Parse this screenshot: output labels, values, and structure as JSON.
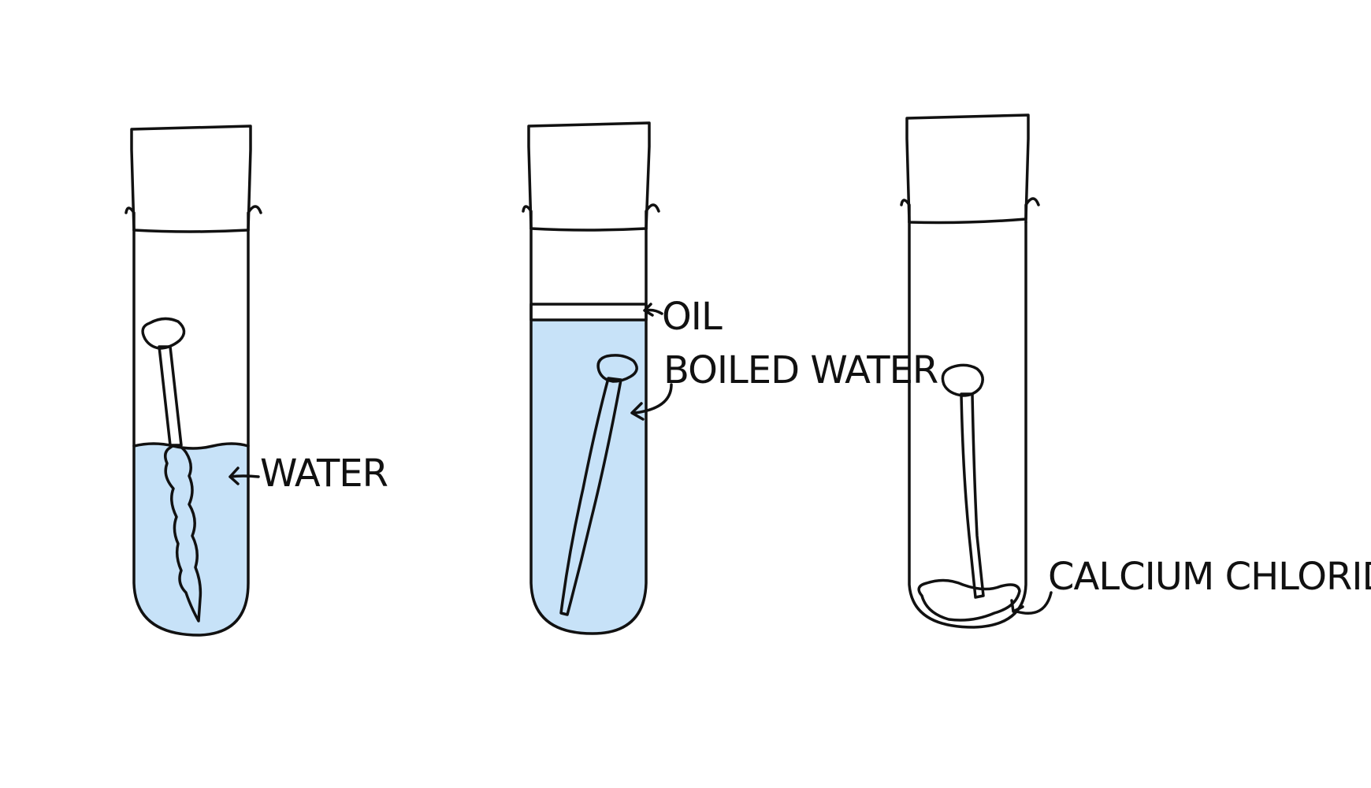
{
  "colors": {
    "cork": "#fcb07f",
    "water": "#c7e2f8",
    "oil": "#fce58f",
    "nail": "#c0c0c0",
    "rust": "#e5a27f",
    "outline": "#111111",
    "background": "#ffffff"
  },
  "tubes": [
    {
      "contents": "water",
      "label": "WATER",
      "nail_state": "rusted"
    },
    {
      "contents": "oil over boiled water",
      "labels": [
        "OIL",
        "BOILED WATER"
      ],
      "nail_state": "not rusted"
    },
    {
      "contents": "calcium chloride",
      "label": "CALCIUM CHLORIDE",
      "nail_state": "not rusted"
    }
  ],
  "labels": {
    "water": "WATER",
    "oil": "OIL",
    "boiled_water": "BOILED WATER",
    "calcium_chloride": "CALCIUM CHLORIDE"
  }
}
